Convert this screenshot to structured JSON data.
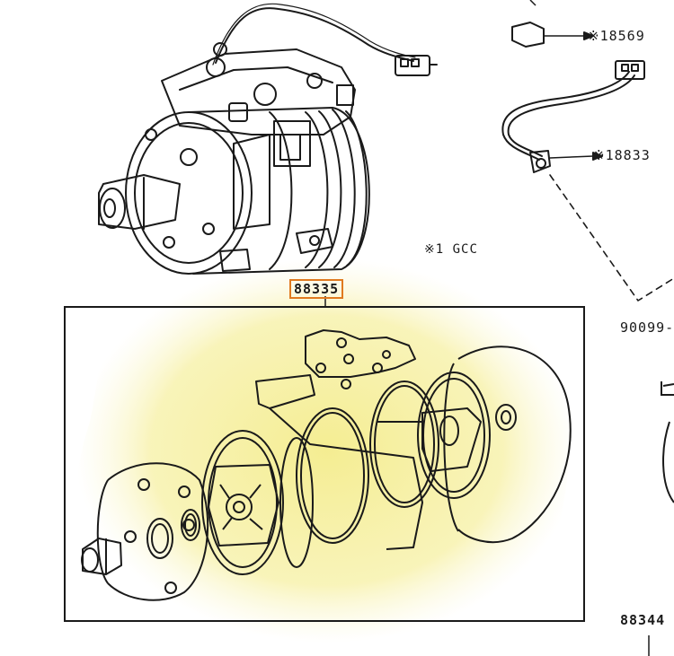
{
  "diagram": {
    "labels": {
      "part_18569": "※18569",
      "part_18833": "※18833",
      "note_1gcc": "※1 GCC",
      "part_88335": "88335",
      "part_90099": "90099-",
      "part_88344": "88344"
    },
    "colors": {
      "ink": "#1a1a1a",
      "highlight": "#f6f0a0",
      "callout_border": "#e07a1f"
    }
  }
}
